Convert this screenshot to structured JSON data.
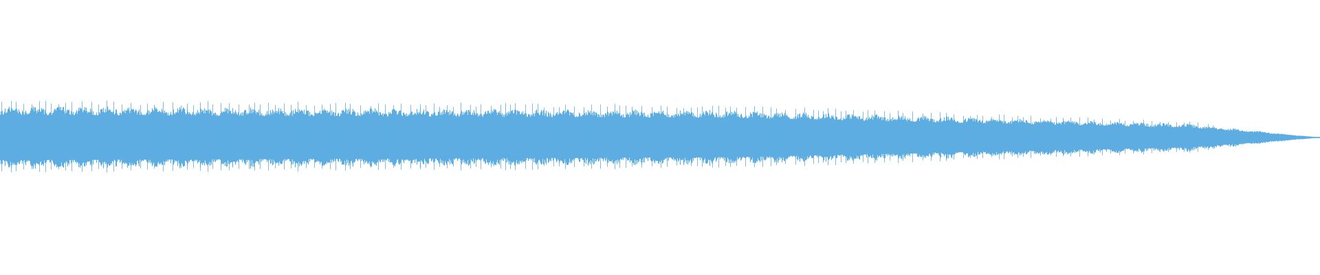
{
  "waveform": {
    "color": "#5dade2",
    "background": "#ffffff",
    "envelope": {
      "start_amplitude": 0.23,
      "mid_amplitude": 0.2,
      "late_amplitude": 0.1,
      "end_amplitude": 0.0
    }
  }
}
